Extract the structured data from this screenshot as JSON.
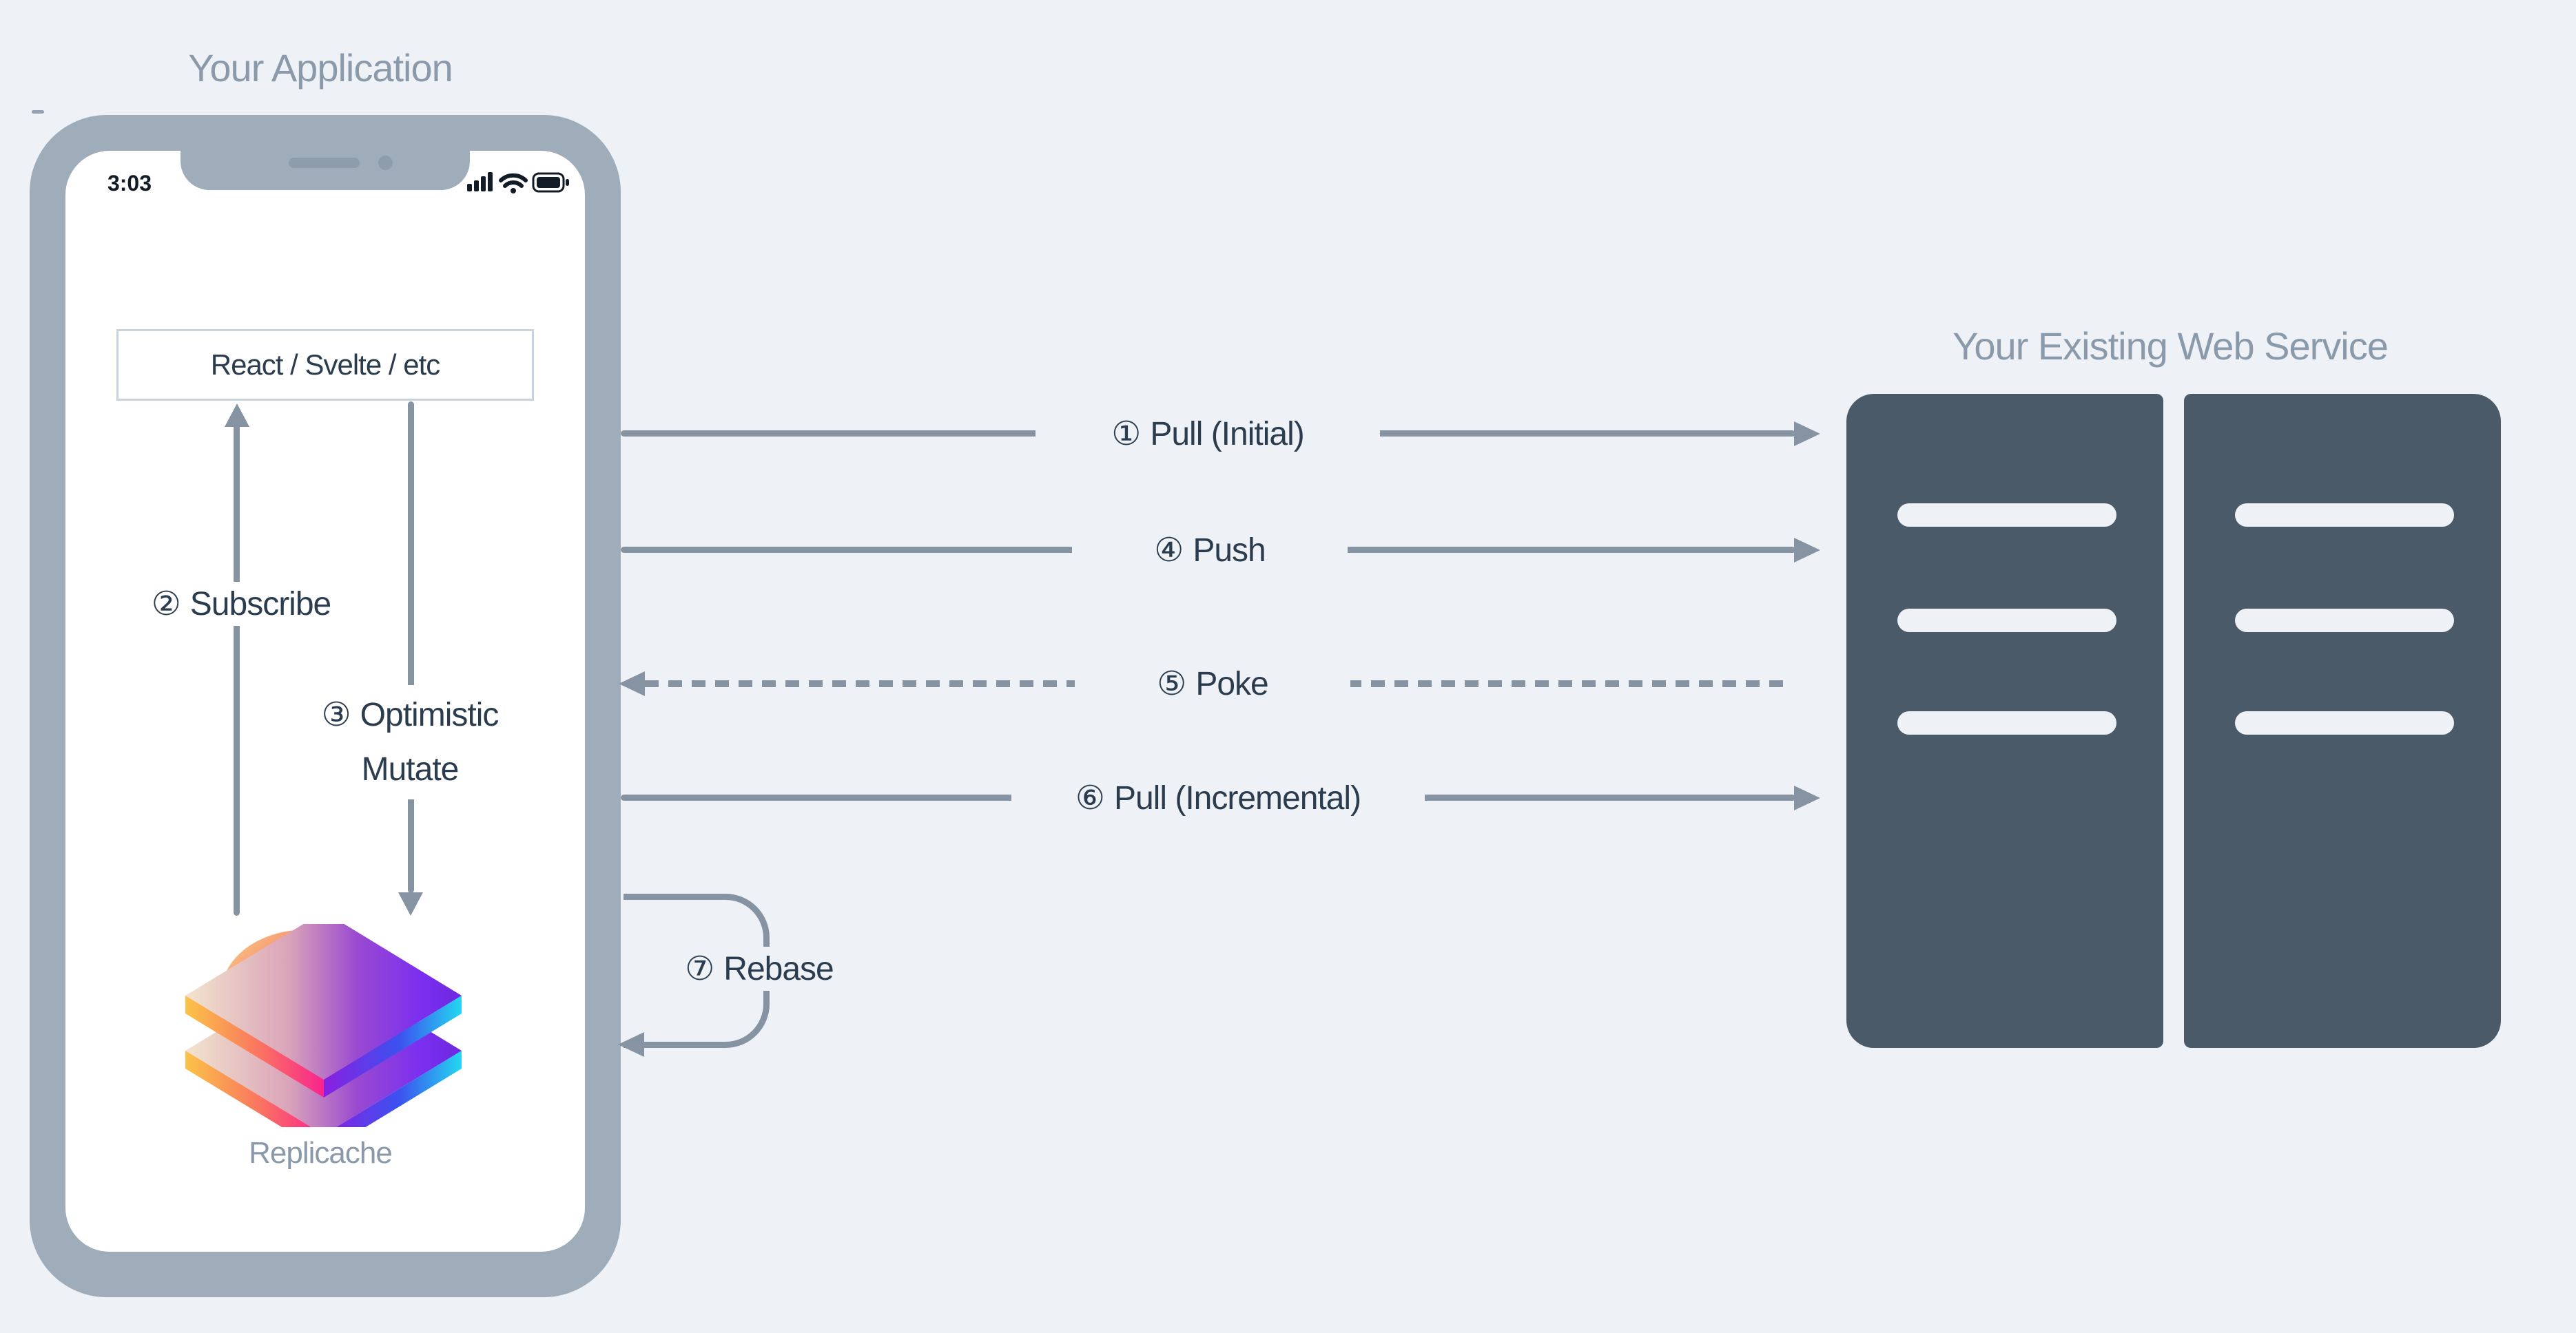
{
  "colors": {
    "background": "#eef2f6",
    "phone_frame": "#9fadbb",
    "screen": "#ffffff",
    "line_gray": "#8593a3",
    "text_dark": "#2b3c4e",
    "muted_title": "#8b9aab",
    "server_body": "#4a5a69",
    "box_border": "#c9d3dc",
    "logo_gradient": [
      "#f6d38a",
      "#fa8c52",
      "#fb2e94",
      "#7b2ff0",
      "#3b52f0",
      "#24d8f0"
    ]
  },
  "application": {
    "title": "Your Application",
    "status_bar": {
      "time": "3:03",
      "icons": [
        "signal-icon",
        "wifi-icon",
        "battery-icon"
      ]
    },
    "framework_box": "React / Svelte / etc",
    "logo_caption": "Replicache",
    "internal_flows": [
      {
        "number": "②",
        "label": "Subscribe",
        "direction": "up"
      },
      {
        "number": "③",
        "label": "Optimistic Mutate",
        "direction": "down"
      }
    ]
  },
  "service": {
    "title": "Your Existing Web Service",
    "racks": 2,
    "slots_per_rack": 3
  },
  "flows": [
    {
      "number": "①",
      "label": "Pull (Initial)",
      "style": "solid",
      "direction": "to-service"
    },
    {
      "number": "④",
      "label": "Push",
      "style": "solid",
      "direction": "to-service"
    },
    {
      "number": "⑤",
      "label": "Poke",
      "style": "dashed",
      "direction": "to-app"
    },
    {
      "number": "⑥",
      "label": "Pull (Incremental)",
      "style": "solid",
      "direction": "to-service"
    },
    {
      "number": "⑦",
      "label": "Rebase",
      "style": "loop",
      "direction": "loop-back"
    }
  ]
}
